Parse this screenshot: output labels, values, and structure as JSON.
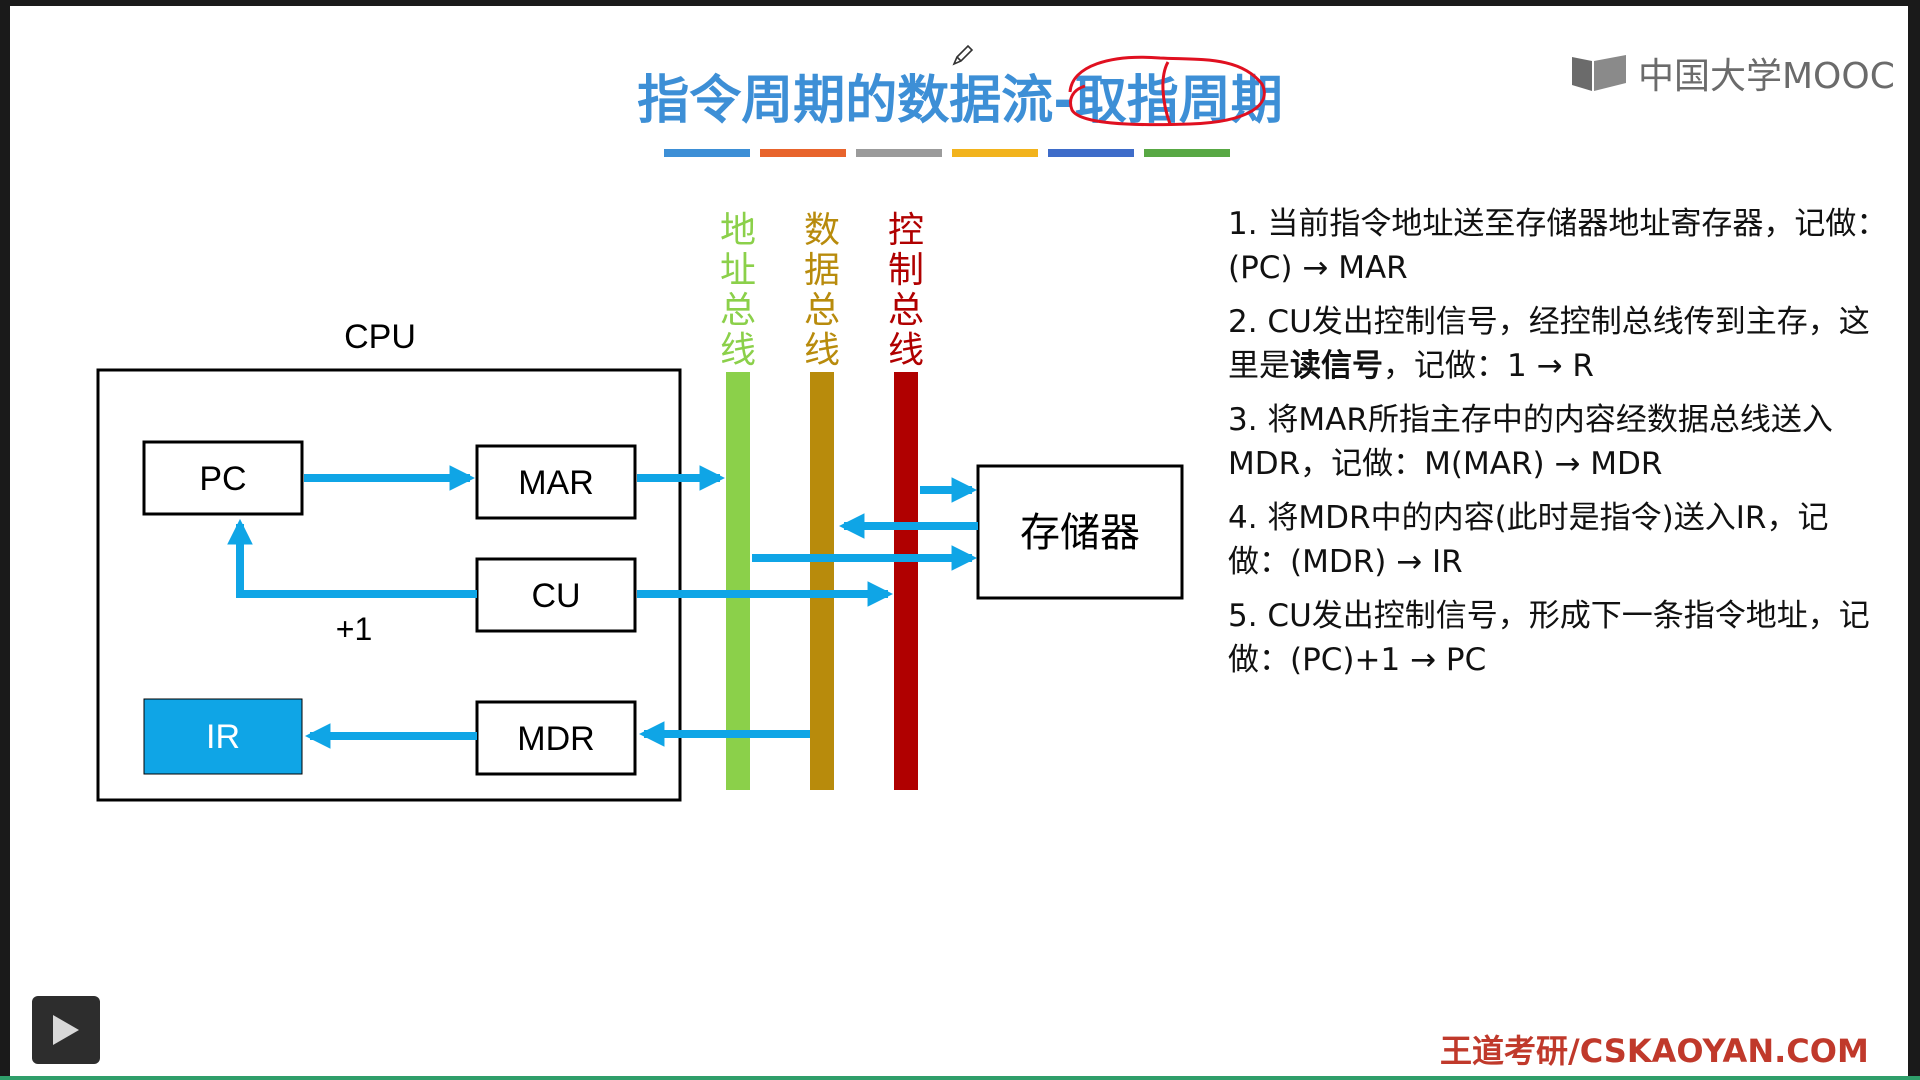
{
  "slide": {
    "title": "指令周期的数据流-取指周期",
    "logo_text": "中国大学MOOC",
    "footer": "王道考研/CSKAOYAN.COM",
    "color_bar": [
      "#3d8fd6",
      "#e8642c",
      "#9b9b9b",
      "#f2b31c",
      "#3e6cc9",
      "#58a844"
    ]
  },
  "diagram": {
    "cpu_label": "CPU",
    "registers": {
      "pc": "PC",
      "mar": "MAR",
      "cu": "CU",
      "ir": "IR",
      "mdr": "MDR"
    },
    "increment_label": "+1",
    "memory_label": "存储器",
    "buses": {
      "address": "地址总线",
      "data": "数据总线",
      "control": "控制总线"
    },
    "colors": {
      "arrow": "#0fa5e6",
      "address_bus": "#8bd04a",
      "data_bus": "#b88b0c",
      "control_bus": "#b00000",
      "ir_fill": "#0fa5e6",
      "annotation": "#e01020"
    }
  },
  "steps": [
    {
      "pre": "1. 当前指令地址送至存储器地址寄存器，记做：(PC) → MAR",
      "bold": "",
      "post": ""
    },
    {
      "pre": "2. CU发出控制信号，经控制总线传到主存，这里是",
      "bold": "读信号",
      "post": "，记做：1 → R"
    },
    {
      "pre": "3. 将MAR所指主存中的内容经数据总线送入MDR，记做：M(MAR) → MDR",
      "bold": "",
      "post": ""
    },
    {
      "pre": "4. 将MDR中的内容(此时是指令)送入IR，记做：(MDR) → IR",
      "bold": "",
      "post": ""
    },
    {
      "pre": "5. CU发出控制信号，形成下一条指令地址，记做：(PC)+1 → PC",
      "bold": "",
      "post": ""
    }
  ]
}
